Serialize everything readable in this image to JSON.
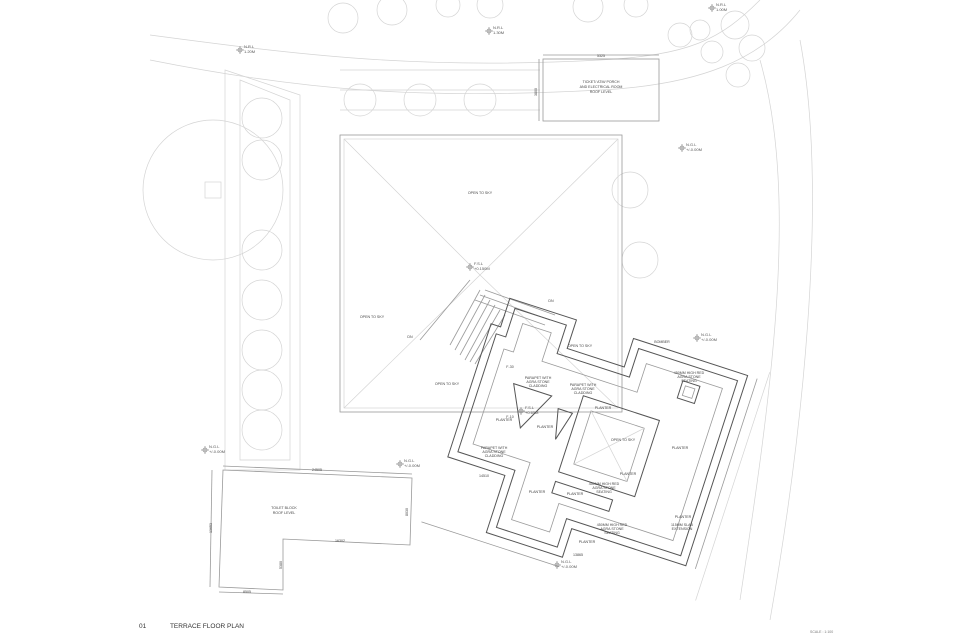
{
  "drawing": {
    "number": "01",
    "title": "TERRACE FLOOR PLAN",
    "scale": "SCALE : 1:100"
  },
  "labels": {
    "ticket_room": [
      "TICKET/ ATM/ PORCH",
      "AND ELECTRICAL ROOM",
      "ROOF LEVEL"
    ],
    "toilet_block": [
      "TOILET BLOCK",
      "ROOF LEVEL"
    ],
    "open_to_sky": "OPEN TO SKY",
    "parapet": [
      "PARAPET WITH",
      "AGRA STONE",
      "CLADDING"
    ],
    "planter": "PLANTER",
    "seating": [
      "450MM HIGH RED",
      "AGRA STONE",
      "SEATING"
    ],
    "slab_extension": [
      "115MM SLAB",
      "EXTENSION"
    ],
    "dn": "DN",
    "f_level_1": "F-30",
    "f_level_2": "F-10",
    "bomber": "BOMBER"
  },
  "levels": [
    {
      "name": "N.R.L",
      "value": "1.20M"
    },
    {
      "name": "N.R.L",
      "value": "1.30M"
    },
    {
      "name": "N.R.L",
      "value": "1.00M"
    },
    {
      "name": "N.G.L",
      "value": "+/-0.00M"
    },
    {
      "name": "F.S.L",
      "value": "+0.150M"
    },
    {
      "name": "N.G.L",
      "value": "+/-0.00M"
    },
    {
      "name": "F.S.L",
      "value": "+0.65M"
    },
    {
      "name": "N.G.L",
      "value": "+/-0.00M"
    },
    {
      "name": "N.G.L",
      "value": "+/-0.00M"
    },
    {
      "name": "N.G.L",
      "value": "+/-0.00M"
    }
  ],
  "dimensions": {
    "ticket_width": "5325",
    "ticket_depth": "3800",
    "toilet_top": "24505",
    "toilet_right": "8030",
    "toilet_inner": "16302",
    "toilet_left": "13653",
    "toilet_bottom": "8505",
    "toilet_step": "5380",
    "main_bottom": "13865",
    "main_left": "14510"
  }
}
